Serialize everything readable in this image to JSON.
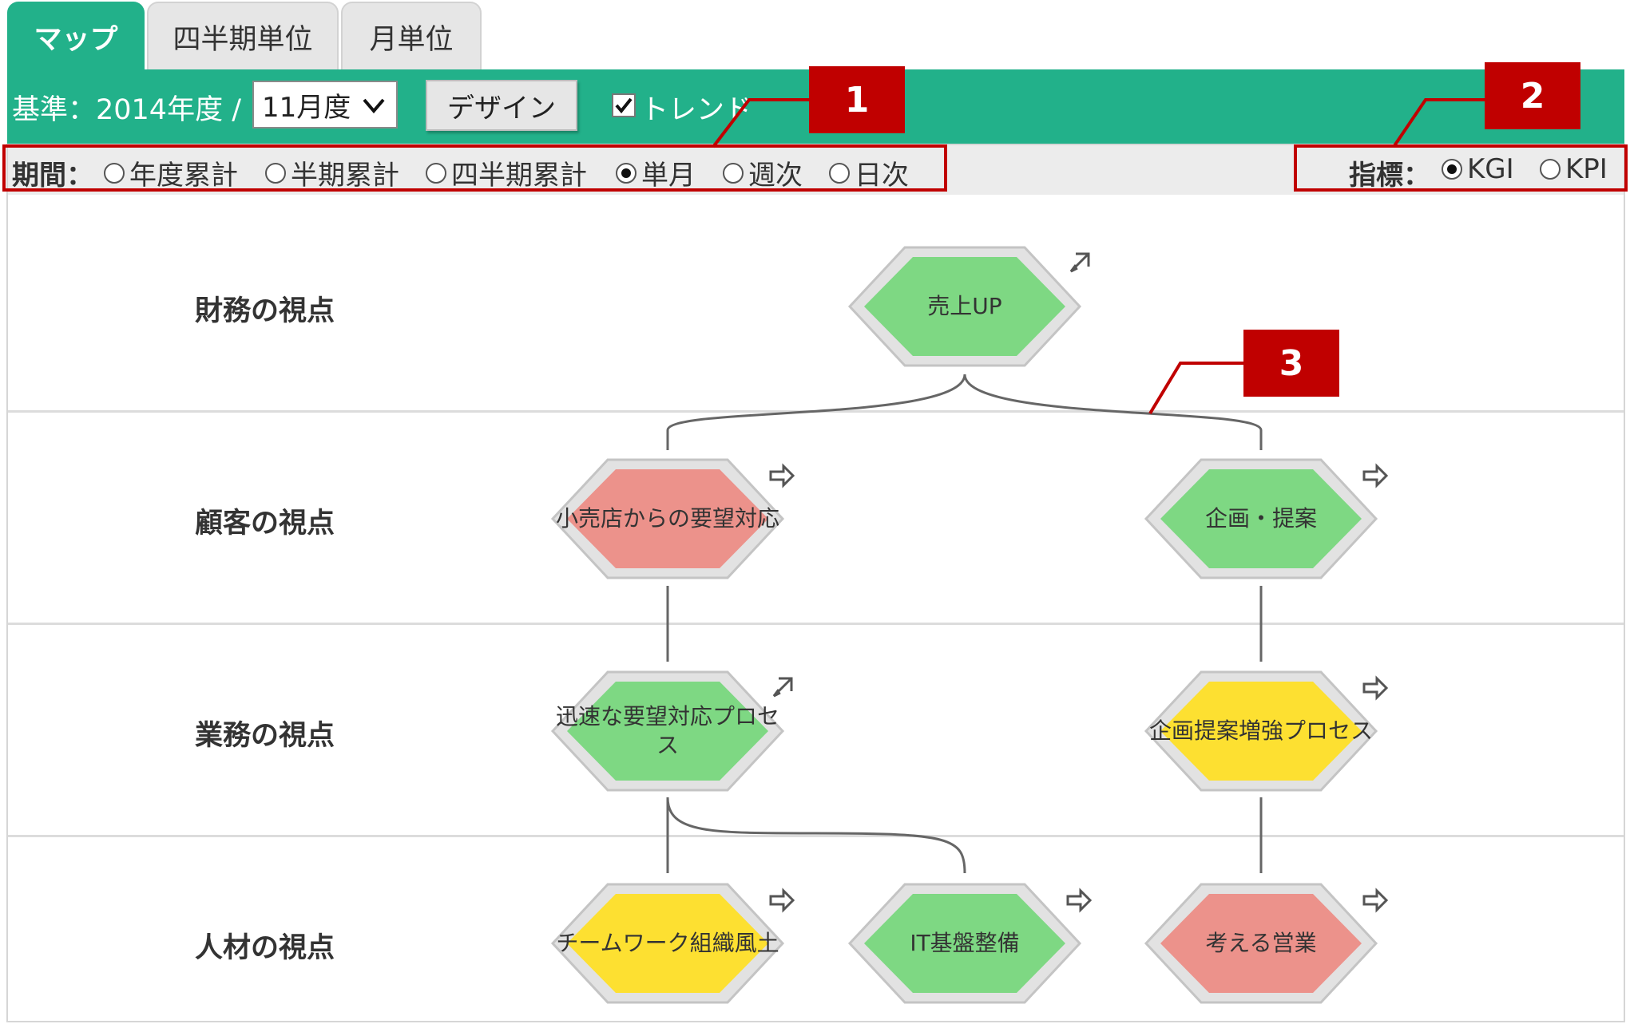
{
  "tabs": [
    {
      "label": "マップ",
      "active": true
    },
    {
      "label": "四半期単位",
      "active": false
    },
    {
      "label": "月単位",
      "active": false
    }
  ],
  "toolbar": {
    "base_label": "基準：2014年度 /",
    "month_value": "11月度",
    "design_label": "デザイン",
    "trend_label": "トレンド",
    "trend_checked": true
  },
  "period": {
    "label": "期間：",
    "options": [
      "年度累計",
      "半期累計",
      "四半期累計",
      "単月",
      "週次",
      "日次"
    ],
    "selected": "単月"
  },
  "indicator": {
    "label": "指標：",
    "options": [
      "KGI",
      "KPI"
    ],
    "selected": "KGI"
  },
  "callouts": [
    "1",
    "2",
    "3"
  ],
  "perspectives": [
    "財務の視点",
    "顧客の視点",
    "業務の視点",
    "人材の視点"
  ],
  "nodes": [
    {
      "label": "売上UP",
      "status": "green",
      "icon": "external-link-icon"
    },
    {
      "label": "小売店からの要望対応",
      "status": "red",
      "icon": "drill-arrow-icon"
    },
    {
      "label": "企画・提案",
      "status": "green",
      "icon": "drill-arrow-icon"
    },
    {
      "label": "迅速な要望対応プロセス",
      "status": "green",
      "icon": "external-link-icon"
    },
    {
      "label": "企画提案増強プロセス",
      "status": "yellow",
      "icon": "drill-arrow-icon"
    },
    {
      "label": "チームワーク組織風土",
      "status": "yellow",
      "icon": "drill-arrow-icon"
    },
    {
      "label": "IT基盤整備",
      "status": "green",
      "icon": "drill-arrow-icon"
    },
    {
      "label": "考える営業",
      "status": "red",
      "icon": "drill-arrow-icon"
    }
  ],
  "colors": {
    "accent": "#22b18a",
    "highlight": "#c00000",
    "status_green": "#7ed883",
    "status_red": "#ec928b",
    "status_yellow": "#fde031"
  }
}
